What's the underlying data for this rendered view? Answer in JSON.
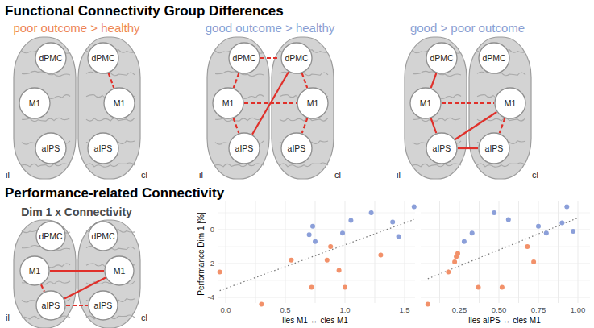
{
  "diagram": {
    "title": "Functional Connectivity Group Differences",
    "nodes": [
      {
        "text": [
          "dPMC"
        ]
      },
      {
        "text": [
          "dPMC"
        ]
      },
      {
        "text": [
          "M1"
        ]
      },
      {
        "text": [
          "M1"
        ]
      },
      {
        "text": [
          "aIPS"
        ]
      },
      {
        "text": [
          "aIPS"
        ]
      },
      {
        "text": [
          "dPMC"
        ]
      },
      {
        "text": [
          "dPMC"
        ]
      },
      {
        "text": [
          "M1"
        ]
      },
      {
        "text": [
          "M1"
        ]
      },
      {
        "text": [
          "aIPS"
        ]
      },
      {
        "text": [
          "aIPS"
        ]
      },
      {
        "text": [
          "dPMC"
        ]
      },
      {
        "text": [
          "dPMC"
        ]
      },
      {
        "text": [
          "M1"
        ]
      },
      {
        "text": [
          "M1"
        ]
      },
      {
        "text": [
          "aIPS"
        ]
      },
      {
        "text": [
          "aIPS"
        ]
      },
      {
        "text": [
          "dPMC"
        ]
      },
      {
        "text": [
          "dPMC"
        ]
      },
      {
        "text": [
          "M1"
        ]
      },
      {
        "text": [
          "M1"
        ]
      },
      {
        "text": [
          "aIPS"
        ]
      },
      {
        "text": [
          "aIPS"
        ]
      }
    ],
    "edges": [
      {
        "from": 1,
        "to": 3,
        "arrow": "none"
      },
      {
        "from": 6,
        "to": 7,
        "arrow": "none"
      },
      {
        "from": 6,
        "to": 8,
        "arrow": "none"
      },
      {
        "from": 8,
        "to": 10,
        "arrow": "none"
      },
      {
        "from": 8,
        "to": 9,
        "arrow": "none"
      },
      {
        "from": 10,
        "to": 7,
        "arrow": "none"
      },
      {
        "from": 7,
        "to": 9,
        "arrow": "none"
      },
      {
        "from": 9,
        "to": 11,
        "arrow": "none"
      },
      {
        "from": 12,
        "to": 14,
        "arrow": "none"
      },
      {
        "from": 14,
        "to": 16,
        "arrow": "none"
      },
      {
        "from": 14,
        "to": 15,
        "arrow": "none"
      },
      {
        "from": 15,
        "to": 17,
        "arrow": "none"
      },
      {
        "from": 16,
        "to": 15,
        "arrow": "none"
      },
      {
        "from": 16,
        "to": 17,
        "arrow": "none"
      },
      {
        "from": 20,
        "to": 21,
        "arrow": "none"
      },
      {
        "from": 22,
        "to": 21,
        "arrow": "none"
      },
      {
        "from": 20,
        "to": 22,
        "arrow": "none"
      },
      {
        "from": 22,
        "to": 23,
        "arrow": "none"
      }
    ],
    "labels": [
      "poor outcome > healthy",
      "good outcome > healthy",
      "good > poor outcome",
      "il",
      "cl",
      "il",
      "cl",
      "il",
      "cl",
      "il",
      "cl",
      "Performance-related Connectivity",
      "Dim 1  x  Connectivity",
      "Performance Dim 1 [%]",
      "0",
      "-2",
      "-4",
      "0.0",
      "0.5",
      "1.0",
      "1.5",
      "iles M1 ↔ cles M1",
      "0.25",
      "0.50",
      "0.75",
      "1.00",
      "iles aIPS ↔ cles M1"
    ]
  }
}
